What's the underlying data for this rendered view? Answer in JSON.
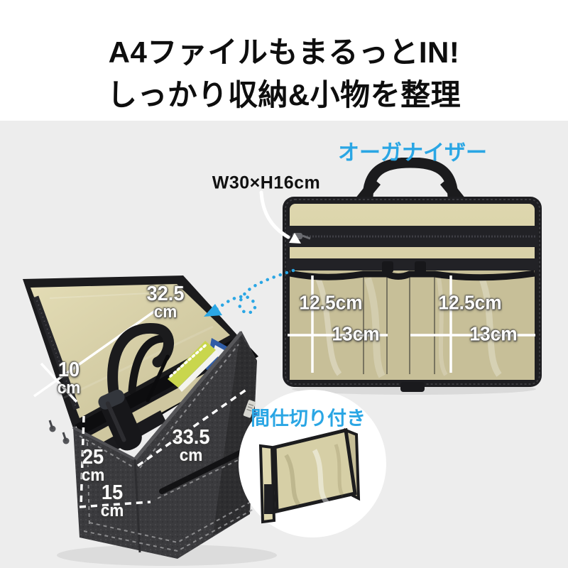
{
  "title": {
    "line1": "A4ファイルもまるっとIN!",
    "line2": "しっかり収納&小物を整理"
  },
  "callouts": {
    "organizer_label": "オーガナイザー",
    "organizer_size": "W30×H16cm",
    "divider_label": "間仕切り付き"
  },
  "organizer_measurements": {
    "left_pocket_height": "12.5cm",
    "left_pocket_width": "13cm",
    "right_pocket_height": "12.5cm",
    "right_pocket_width": "13cm"
  },
  "bag_measurements": {
    "lid_width": {
      "value": "32.5",
      "unit": "cm"
    },
    "lid_pocket_height": {
      "value": "10",
      "unit": "cm"
    },
    "bag_width": {
      "value": "33.5",
      "unit": "cm"
    },
    "bag_height": {
      "value": "25",
      "unit": "cm"
    },
    "bag_depth": {
      "value": "15",
      "unit": "cm"
    }
  },
  "colors": {
    "accent_blue": "#2aa6e4",
    "interior_beige": "#d8d1a8",
    "felt_gray": "#3b3b3e",
    "background_gray": "#ededed"
  }
}
